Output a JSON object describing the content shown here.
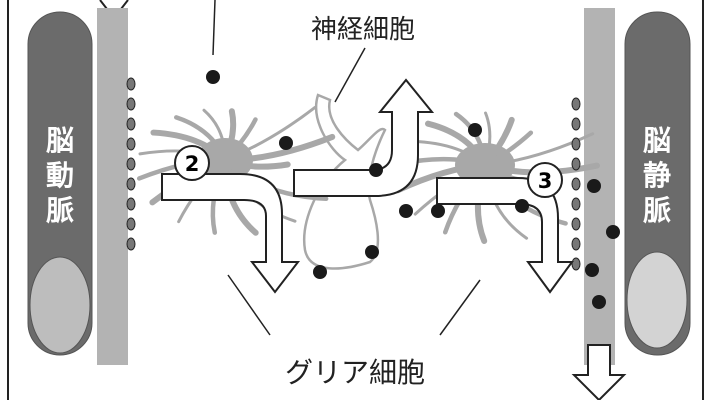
{
  "labels": {
    "neuron": "神経細胞",
    "glia": "グリア細胞",
    "artery": [
      "脳",
      "動",
      "脈"
    ],
    "vein": [
      "脳",
      "静",
      "脈"
    ],
    "step2": "2",
    "step3": "3"
  },
  "colors": {
    "vessel": "#6b6b6b",
    "vessel_lumen": "#bdbdbd",
    "wall": "#b3b3b3",
    "glia": "#a8a8a8",
    "dot": "#1a1a1a"
  }
}
